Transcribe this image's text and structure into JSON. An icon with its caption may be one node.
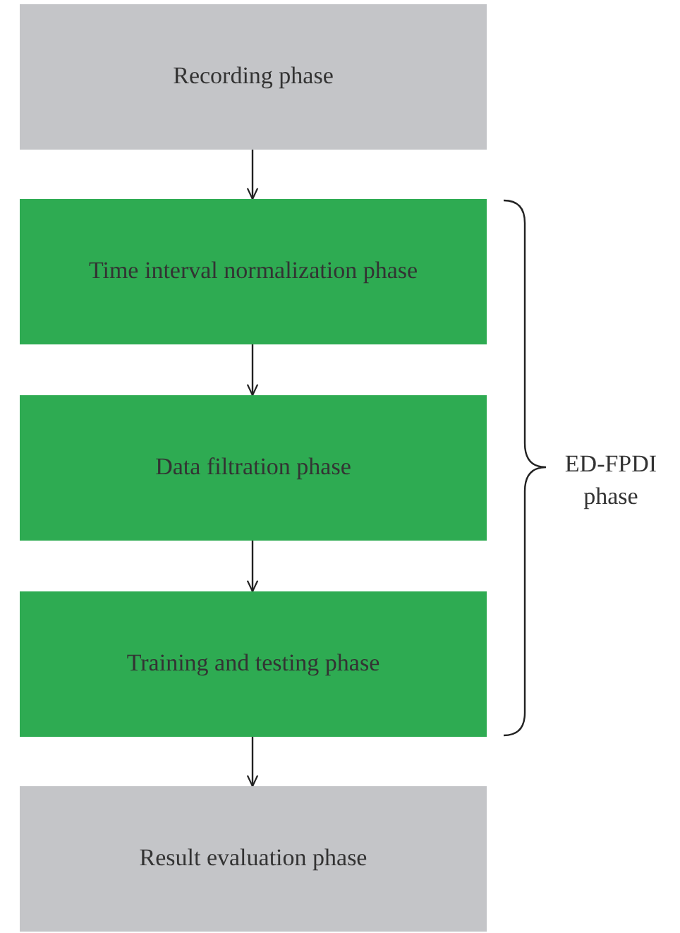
{
  "diagram": {
    "nodes": [
      {
        "text": [
          "Recording phase"
        ]
      },
      {
        "text": [
          "Time interval normalization phase"
        ]
      },
      {
        "text": [
          "Data filtration phase"
        ]
      },
      {
        "text": [
          "Training and testing phase"
        ]
      },
      {
        "text": [
          "Result evaluation phase"
        ]
      }
    ],
    "edges": [
      {
        "from": 0,
        "to": 1,
        "arrow": "to"
      },
      {
        "from": 1,
        "to": 2,
        "arrow": "to"
      },
      {
        "from": 2,
        "to": 3,
        "arrow": "to"
      },
      {
        "from": 3,
        "to": 4,
        "arrow": "to"
      }
    ],
    "labels": [
      "ED-FPDI phase"
    ]
  }
}
